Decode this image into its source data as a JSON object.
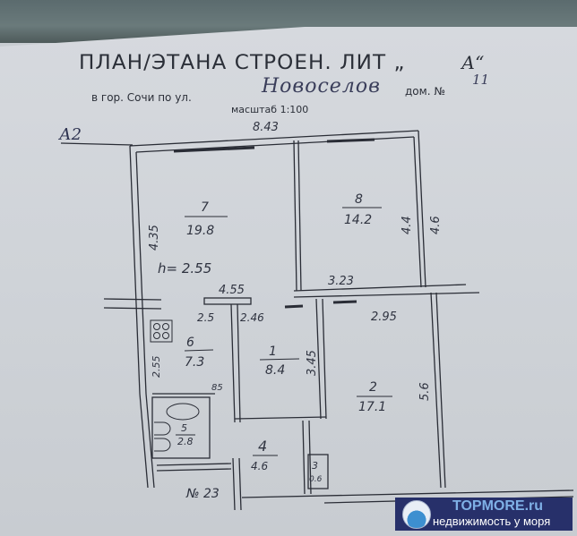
{
  "header": {
    "title": "ПЛАН/ЭТАНА СТРОЕН. ЛИТ „",
    "lit_letter": "А“",
    "city_line": "в гор. Сочи по ул.",
    "street": "Новоселов",
    "house_label": "дом. №",
    "house_number": "11",
    "scale": "масштаб 1:100"
  },
  "axis_mark": "А2",
  "dimensions": {
    "top_width": "8.43",
    "room7_height": "4.35",
    "ceiling_height": "h= 2.55",
    "partition_4_55": "4.55",
    "room8_inner_height": "4.4",
    "room8_outer_height": "4.6",
    "room8_bottom_width": "3.23",
    "kitchen_width": "2.5",
    "room1_width": "2.46",
    "room2_width": "2.95",
    "kitchen_height": "2.55",
    "room1_height": "3.45",
    "room2_height": "5.6",
    "corridor_small": "85",
    "neighbor_apartment": "№ 23"
  },
  "rooms": [
    {
      "number": "7",
      "area": "19.8"
    },
    {
      "number": "8",
      "area": "14.2"
    },
    {
      "number": "6",
      "area": "7.3"
    },
    {
      "number": "1",
      "area": "8.4"
    },
    {
      "number": "2",
      "area": "17.1"
    },
    {
      "number": "5",
      "area": "2.8"
    },
    {
      "number": "4",
      "area": "4.6"
    },
    {
      "number": "3",
      "area": "0.6"
    }
  ],
  "watermark": {
    "brand": "TOPMORE.ru",
    "tagline": "недвижимость у моря",
    "bg_color": "#27306a",
    "brand_color": "#7fb0e6"
  }
}
